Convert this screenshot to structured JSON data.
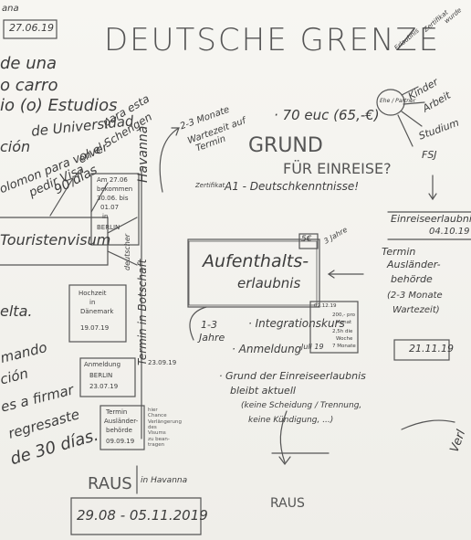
{
  "title": "DEUTSCHE GRENZE",
  "topleft_date": "27.06.19",
  "topleft_top": "ana",
  "left_spanish": [
    "de una",
    "o carro",
    "io (o) Estudios",
    "de Universidad",
    "ción",
    "olomon para volver",
    "pedir Visa",
    "para esta",
    "en el Schengen",
    "90 días"
  ],
  "left_box_label": "Touristenvisum",
  "left_vuelta": "elta.",
  "left_lower": [
    "mando",
    "ción",
    "es a firmar",
    "regresaste",
    "de 30 días."
  ],
  "center_column": {
    "box1": [
      "Am 27.06",
      "bekommen",
      "30.06. bis",
      "01.07",
      "in",
      "BERLIN"
    ],
    "havanna_vert": "Havanna",
    "botschaft_vert": "Termin in Botschaft",
    "deutscher_vert": "deutscher",
    "box2": [
      "Hochzeit",
      "in",
      "Dänemark",
      "19.07.19"
    ],
    "box3": [
      "Anmeldung",
      "BERLIN",
      "23.07.19"
    ],
    "box3_date": "23.09.19",
    "box4": [
      "Termin",
      "Ausländer-",
      "behörde",
      "09.09.19"
    ],
    "side_note": [
      "hier",
      "Chance",
      "Verlängerung",
      "des",
      "Visums",
      "zu bean-",
      "tragen"
    ]
  },
  "raus_left": {
    "label": "RAUS",
    "sub": "in Havanna",
    "dates": "29.08 - 05.11.2019"
  },
  "wartezeit": [
    "2-3 Monate",
    "Wartezeit auf",
    "Termin"
  ],
  "fee": "· 70 euc (65,-€)",
  "grund": [
    "GRUND",
    "FÜR EINREISE?"
  ],
  "zertifikat": [
    "Zertifikat",
    "A1 - Deutschkenntnisse!"
  ],
  "right_circle": "Ehe / Partner",
  "right_list": [
    "Kinder",
    "Arbeit",
    "Studium",
    "FSJ"
  ],
  "right_top_note": [
    "Erlaubnis",
    "Zertifikat",
    "wurde"
  ],
  "einreise_box": {
    "label": "Einreiseerlaubnis",
    "date": "04.10.19"
  },
  "aufenthalt": {
    "label": [
      "Aufenthalts-",
      "erlaubnis"
    ],
    "tag": "5€",
    "years": "3 Jahre"
  },
  "termin_abh": {
    "lines": [
      "Termin",
      "Ausländer-",
      "behörde",
      "(2-3 Monate",
      "Wartezeit)"
    ],
    "date": "21.11.19"
  },
  "jahre": [
    "1-3",
    "Jahre"
  ],
  "small_box": [
    "02.12.19",
    "200,- pro",
    "Monat",
    "2,5h die",
    "Woche",
    "7 Monate"
  ],
  "list": [
    "· Integrationskurs",
    "· Anmeldung",
    "· Grund der Einreiseerlaubnis",
    "bleibt aktuell",
    "(keine Scheidung / Trennung,",
    "keine Kündigung, ...)"
  ],
  "anmeldung_date": "Juli 19",
  "raus_bottom": "RAUS",
  "verl": "Verl"
}
